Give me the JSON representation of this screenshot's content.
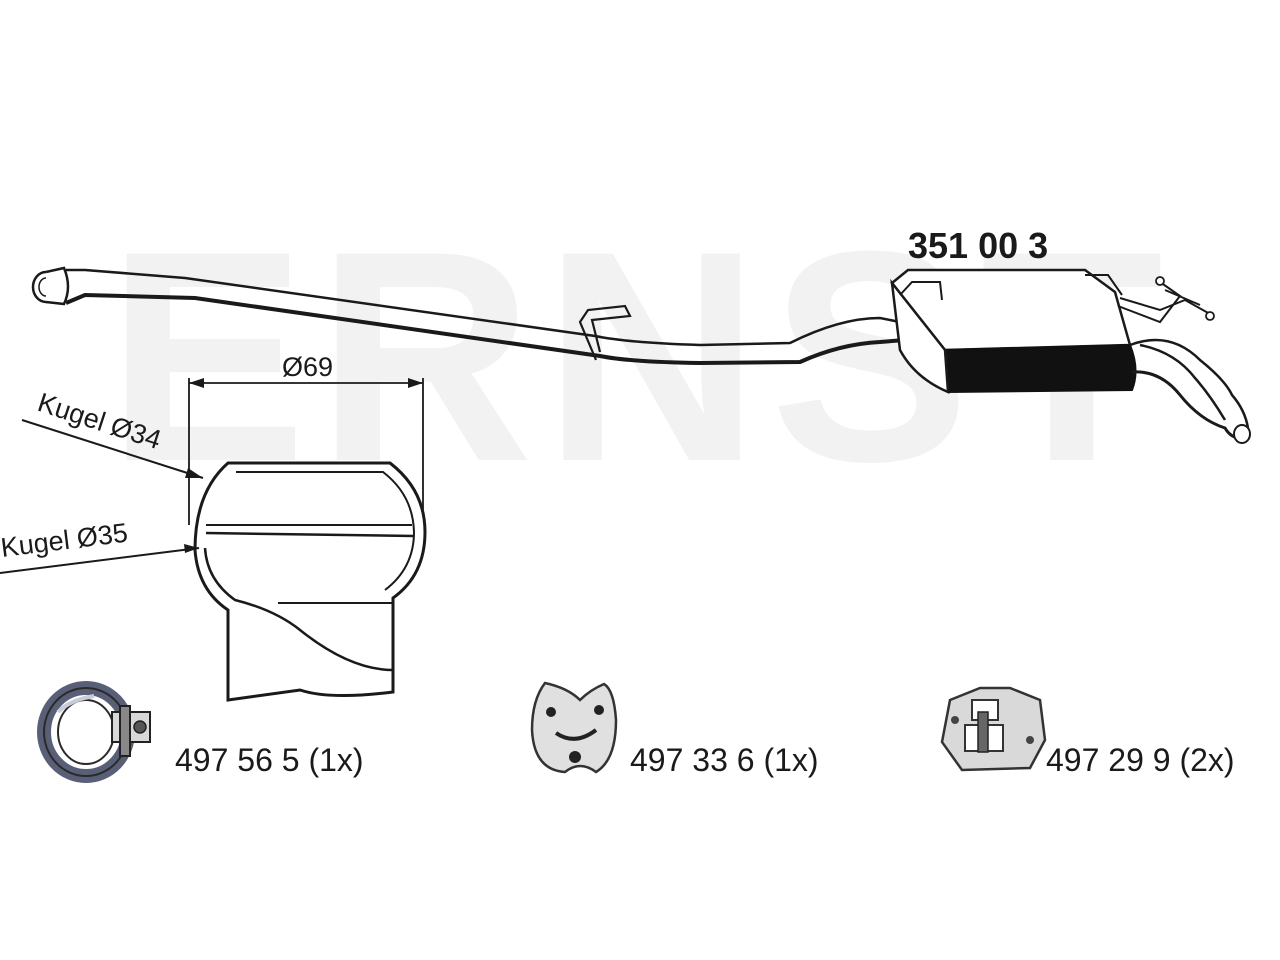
{
  "watermark": "ERNST",
  "part_number": "351 00 3",
  "detail": {
    "diameter_label": "Ø69",
    "ball_outer_label": "Kugel Ø34",
    "ball_inner_label": "Kugel Ø35"
  },
  "accessories": [
    {
      "label": "497 56 5 (1x)",
      "icon": "clamp-icon"
    },
    {
      "label": "497 33 6 (1x)",
      "icon": "rubber-hanger-icon"
    },
    {
      "label": "497 29 9 (2x)",
      "icon": "mounting-bracket-icon"
    }
  ],
  "colors": {
    "outline": "#1a1a1a",
    "muffler_band": "#111111",
    "watermark": "#f2f2f2"
  }
}
